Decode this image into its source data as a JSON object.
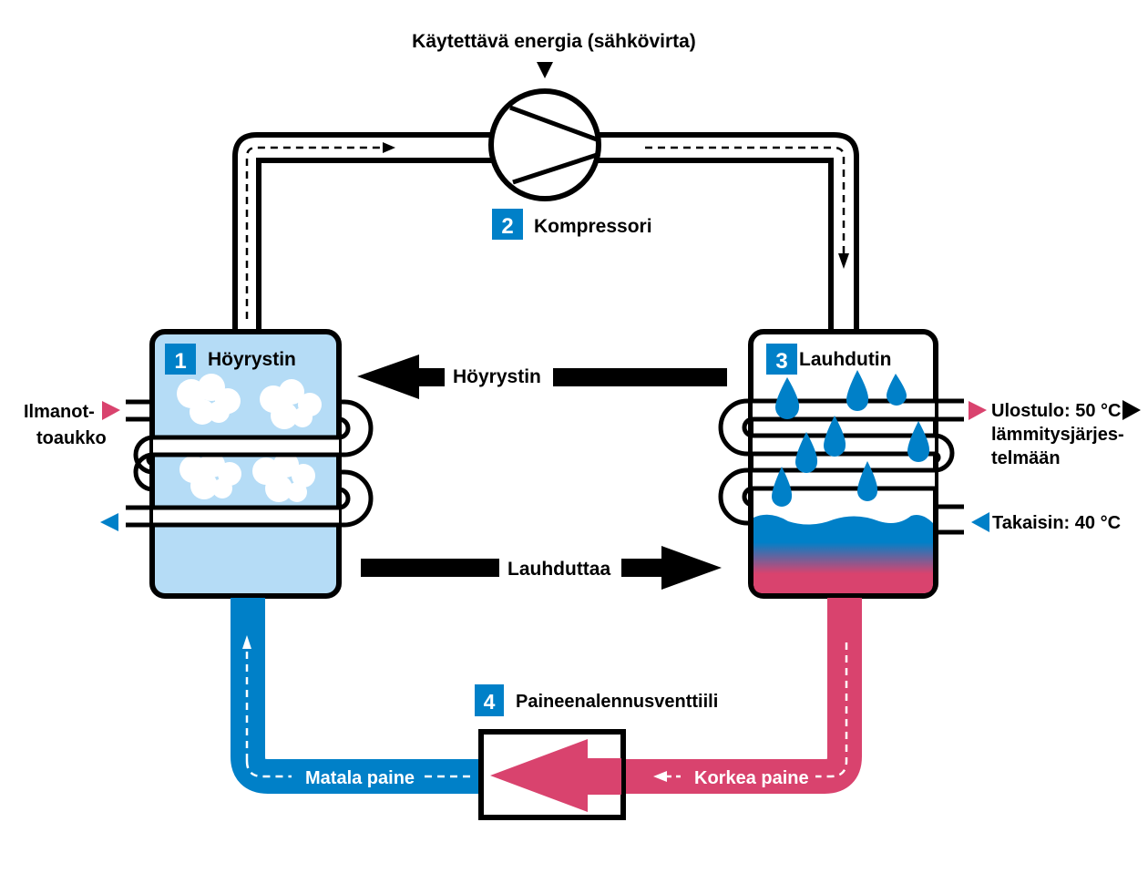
{
  "title": "Lämpöpumpun toimintaperiaate",
  "colors": {
    "blue": "#0080C8",
    "red": "#D9436E",
    "light_blue": "#B5DCF6",
    "black": "#000000",
    "white": "#FFFFFF"
  },
  "energy_input": {
    "label": "Käytettävä energia (sähkövirta)",
    "icon": "arrow-down-icon"
  },
  "components": [
    {
      "number": "1",
      "label": "Höyrystin",
      "role": "evaporator",
      "icon": "cloud-icon"
    },
    {
      "number": "2",
      "label": "Kompressori",
      "role": "compressor",
      "icon": "compressor-icon"
    },
    {
      "number": "3",
      "label": "Lauhdutin",
      "role": "condenser",
      "icon": "water-drop-icon"
    },
    {
      "number": "4",
      "label": "Paineenalennusventtiili",
      "role": "expansion-valve",
      "icon": "valve-icon"
    }
  ],
  "flow_arrows": {
    "top": {
      "label": "Höyrystin",
      "direction": "left"
    },
    "bottom": {
      "label": "Lauhduttaa",
      "direction": "right"
    }
  },
  "evaporator_ports": {
    "inlet": {
      "label_line1": "Ilmanot-",
      "label_line2": "toaukko",
      "color": "#D9436E"
    },
    "outlet": {
      "color": "#0080C8"
    }
  },
  "condenser_ports": {
    "outlet": {
      "label_line1": "Ulostulo: 50 °C",
      "label_line2": "lämmitysjärjes-",
      "label_line3": "telmään",
      "color": "#D9436E"
    },
    "return": {
      "label": "Takaisin: 40 °C",
      "color": "#0080C8"
    }
  },
  "pressure": {
    "low": {
      "label": "Matala paine",
      "color": "#0080C8"
    },
    "high": {
      "label": "Korkea paine",
      "color": "#D9436E"
    }
  }
}
